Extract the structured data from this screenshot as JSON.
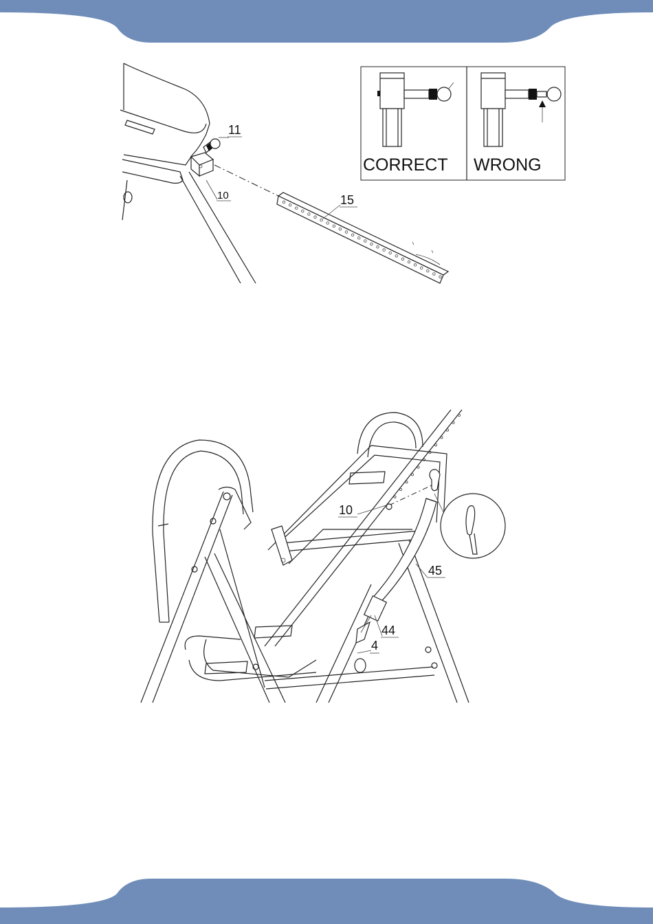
{
  "colors": {
    "banner": "#6f8db8",
    "line": "#222222"
  },
  "figure_top": {
    "callouts": {
      "part11": "11",
      "part10": "10",
      "part15": "15"
    },
    "inset": {
      "correct_label": "CORRECT",
      "wrong_label": "WRONG"
    }
  },
  "figure_bottom": {
    "callouts": {
      "part10": "10",
      "part45": "45",
      "part44": "44",
      "part4": "4"
    }
  }
}
